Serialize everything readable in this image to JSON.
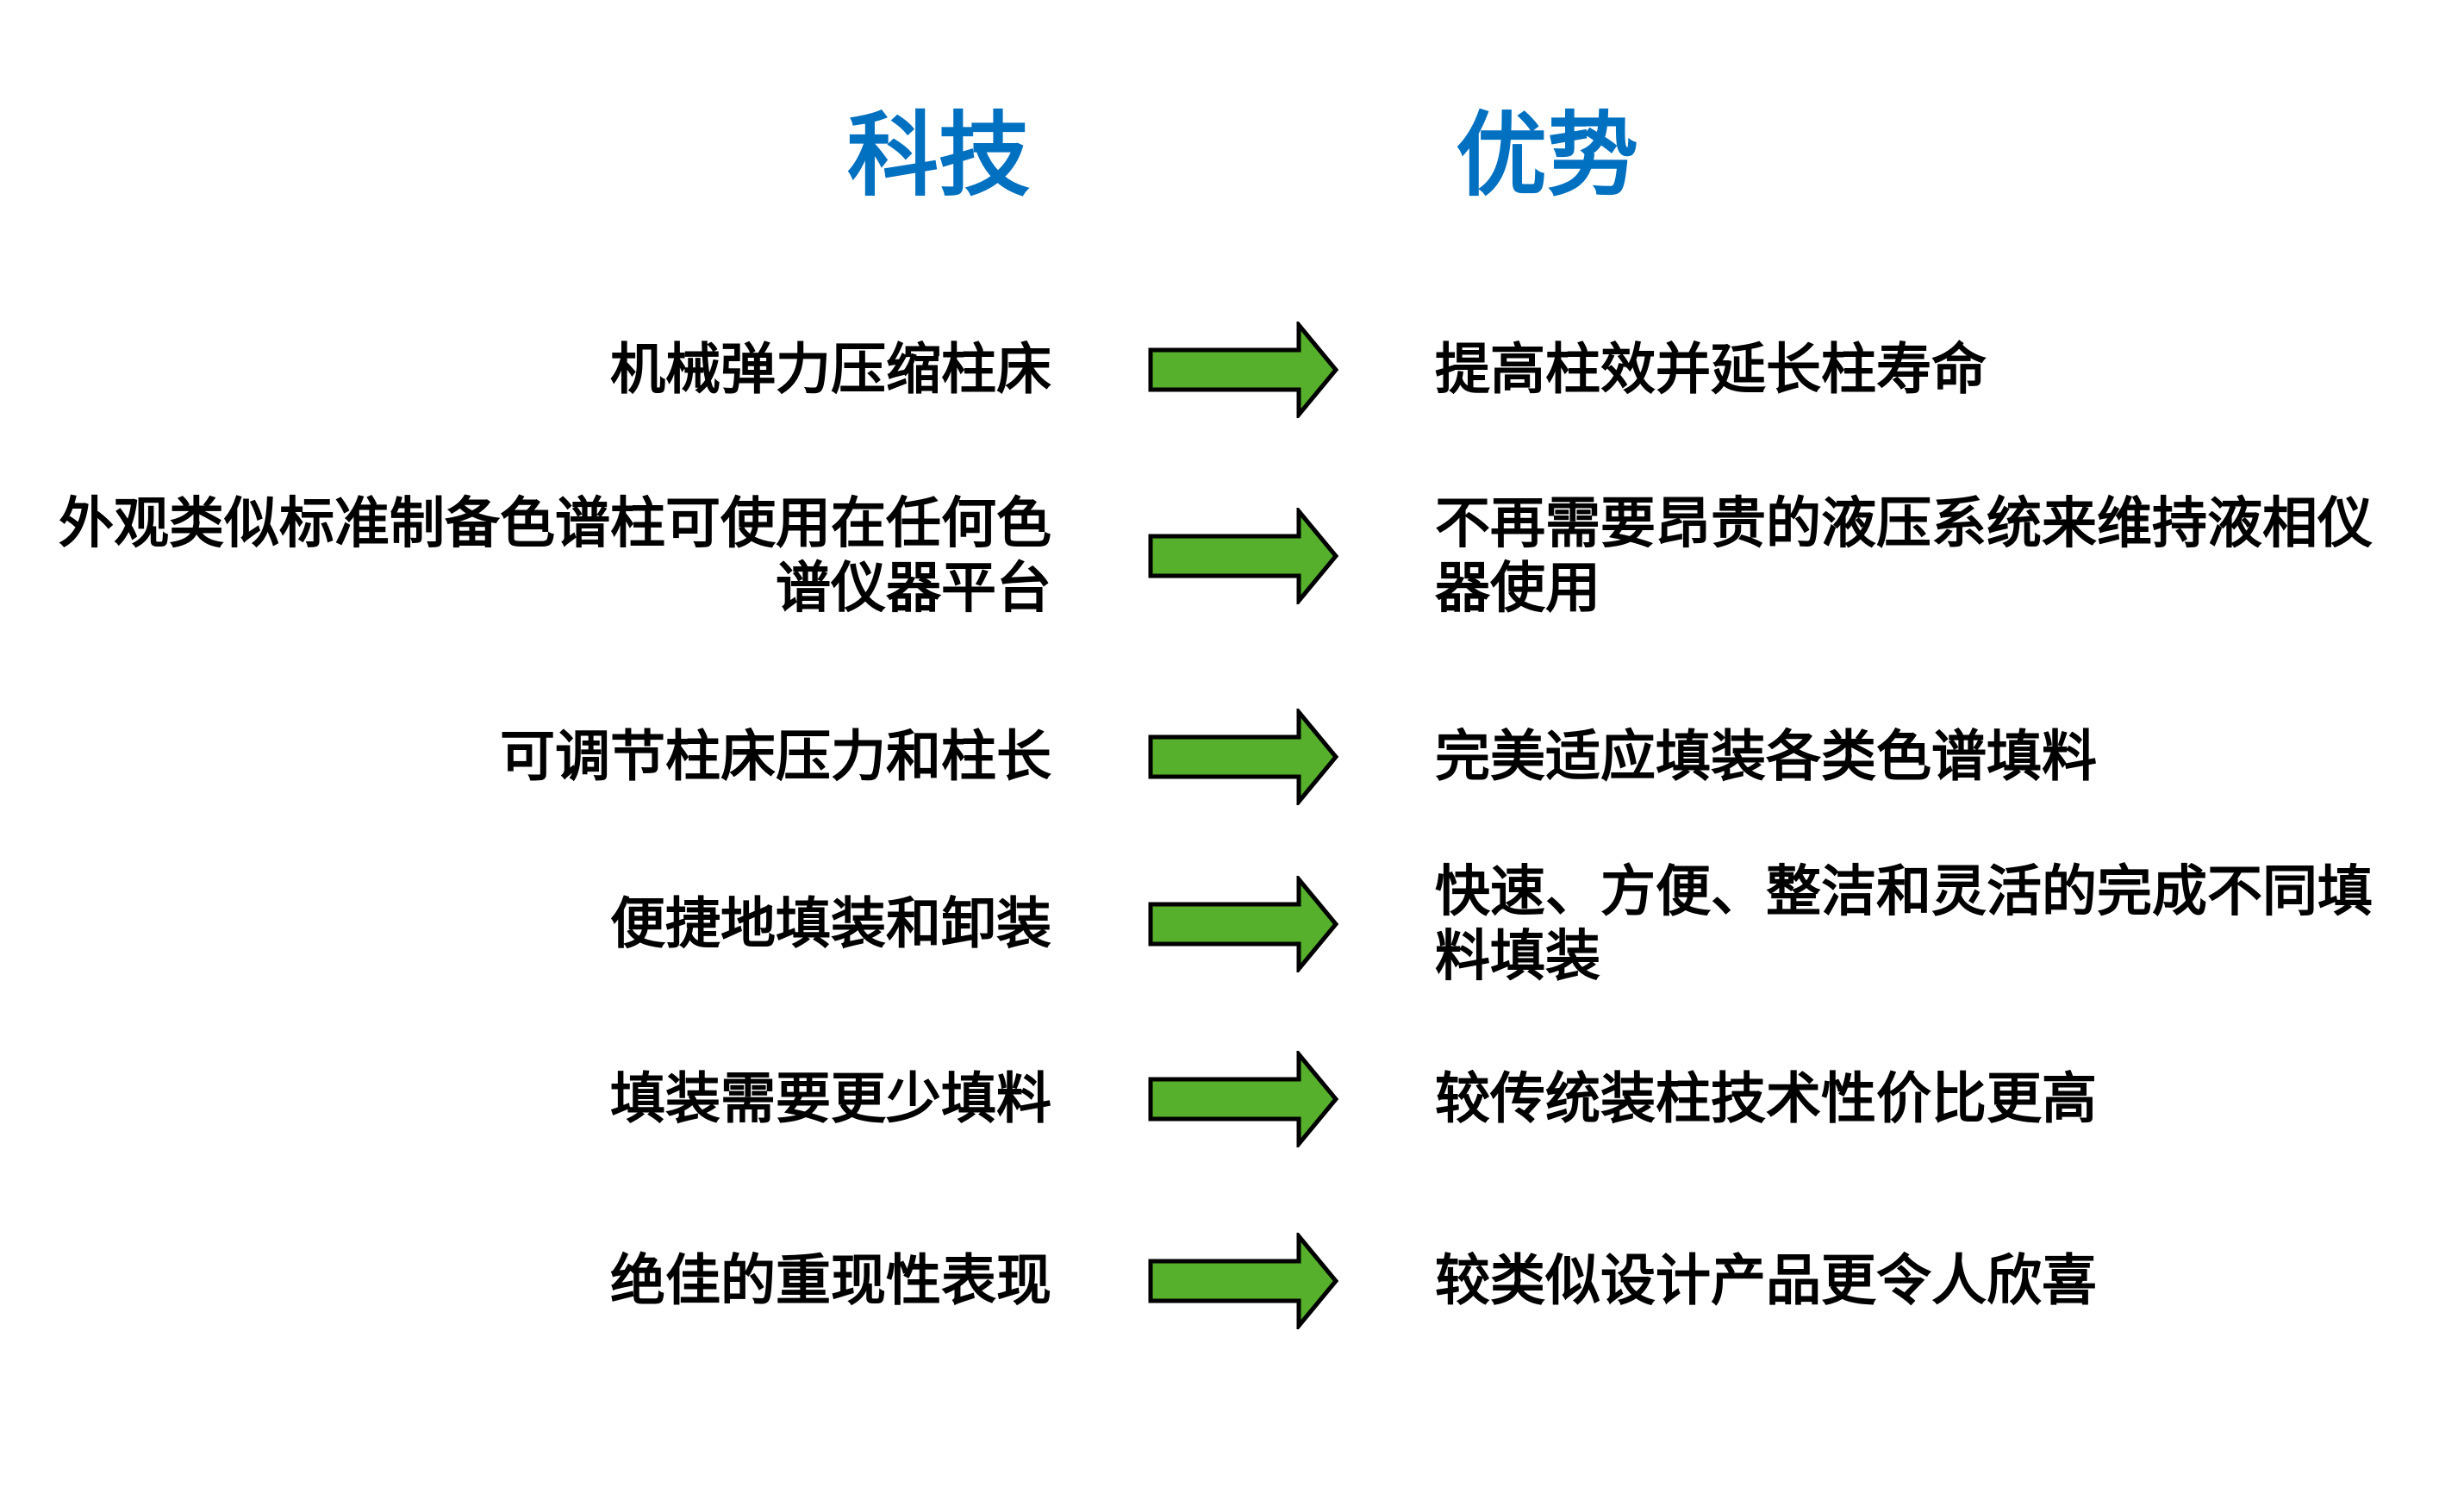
{
  "headers": {
    "technology": "科技",
    "advantage": "优势"
  },
  "rows": [
    {
      "left": "机械弹力压缩柱床",
      "right": "提高柱效并延长柱寿命"
    },
    {
      "left": "外观类似标准制备色谱柱可使用在任何色\n谱仪器平台",
      "right": "不再需要昂贵的液压系统来维持液相仪\n器使用"
    },
    {
      "left": "可调节柱床压力和柱长",
      "right": "完美适应填装各类色谱填料"
    },
    {
      "left": "便捷地填装和卸装",
      "right": "快速、方便、整洁和灵活的完成不同填\n料填装"
    },
    {
      "left": "填装需要更少填料",
      "right": "较传统装柱技术性价比更高"
    },
    {
      "left": "绝佳的重现性表现",
      "right": "较类似设计产品更令人欣喜"
    }
  ],
  "icons": {
    "arrow": "right-block-arrow"
  },
  "colors": {
    "header_blue": "#0070C0",
    "arrow_green": "#56B02C",
    "arrow_outline": "#000000",
    "body_text": "#000000",
    "background": "#FFFFFF"
  }
}
